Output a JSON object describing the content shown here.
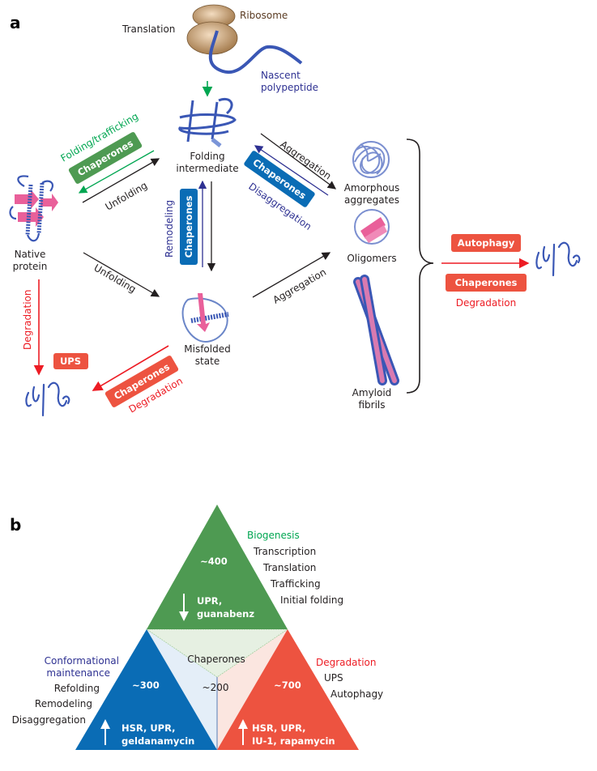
{
  "panel_a": {
    "label": "a",
    "translation": "Translation",
    "ribosome": "Ribosome",
    "nascent_line1": "Nascent",
    "nascent_line2": "polypeptide",
    "folding_line1": "Folding",
    "folding_line2": "intermediate",
    "native_line1": "Native",
    "native_line2": "protein",
    "misfolded_line1": "Misfolded",
    "misfolded_line2": "state",
    "amorphous_line1": "Amorphous",
    "amorphous_line2": "aggregates",
    "oligomers": "Oligomers",
    "amyloid_line1": "Amyloid",
    "amyloid_line2": "fibrils",
    "folding_trafficking": "Folding/trafficking",
    "chaperones": "Chaperones",
    "unfolding": "Unfolding",
    "remodeling": "Remodeling",
    "aggregation": "Aggregation",
    "disaggregation": "Disaggregation",
    "degradation": "Degradation",
    "ups": "UPS",
    "autophagy": "Autophagy"
  },
  "panel_b": {
    "label": "b",
    "biogenesis": {
      "title": "Biogenesis",
      "items": [
        "Transcription",
        "Translation",
        "Trafficking",
        "Initial folding"
      ],
      "count": "~400",
      "modulators_line1": "UPR,",
      "modulators_line2": "guanabenz",
      "direction": "down"
    },
    "conformational": {
      "title_line1": "Conformational",
      "title_line2": "maintenance",
      "items": [
        "Refolding",
        "Remodeling",
        "Disaggregation"
      ],
      "count": "~300",
      "modulators_line1": "HSR, UPR,",
      "modulators_line2": "geldanamycin",
      "direction": "up"
    },
    "degradation": {
      "title": "Degradation",
      "items": [
        "UPS",
        "Autophagy"
      ],
      "count": "~700",
      "modulators_line1": "HSR, UPR,",
      "modulators_line2": "IU-1, rapamycin",
      "direction": "up"
    },
    "chaperones": {
      "label": "Chaperones",
      "count": "~200"
    }
  },
  "colors": {
    "green": "#4e9a52",
    "green_text": "#00a651",
    "blue": "#0a6cb5",
    "navy_text": "#2e3192",
    "red": "#ed5340",
    "red_text": "#ed1c24",
    "protein_blue": "#3a57b5",
    "pink": "#e9609a",
    "ribosome": "#b58c5e"
  }
}
